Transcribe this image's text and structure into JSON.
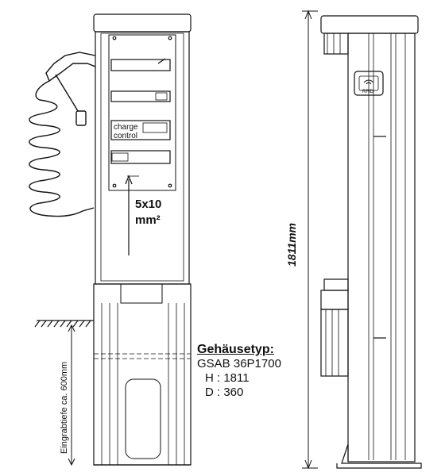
{
  "labels": {
    "charge": "charge",
    "control": "control",
    "cable_size_value": "5x10",
    "cable_size_unit": "mm²",
    "rfid": "RFID",
    "height_dim": "1811mm",
    "burial_depth": "Eingrabtiefe ca. 600mm"
  },
  "spec": {
    "title": "Gehäusetyp:",
    "model": "GSAB 36P1700",
    "height": "H : 1811",
    "depth": "D : 360"
  }
}
